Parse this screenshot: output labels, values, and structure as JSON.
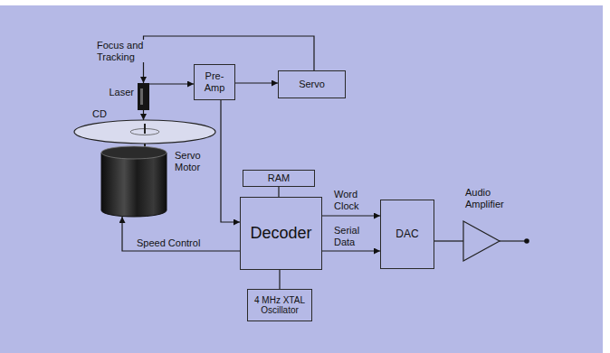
{
  "diagram": {
    "nodes": [
      {
        "text": [
          "Laser"
        ]
      },
      {
        "text": [
          "Pre-Amp"
        ]
      },
      {
        "text": [
          "Servo"
        ]
      },
      {
        "text": [
          "CD"
        ]
      },
      {
        "text": [
          "Servo Motor"
        ]
      },
      {
        "text": [
          "RAM"
        ]
      },
      {
        "text": [
          "Decoder"
        ]
      },
      {
        "text": [
          "DAC"
        ]
      },
      {
        "text": [
          "Audio Amplifier"
        ]
      },
      {
        "text": [
          "4 MHz XTAL Oscillator"
        ]
      }
    ],
    "edges": [
      {
        "from": 2,
        "to": 0,
        "label": "Focus and Tracking",
        "arrow": "to"
      },
      {
        "from": 0,
        "to": 1,
        "arrow": "to"
      },
      {
        "from": 1,
        "to": 2,
        "arrow": "to"
      },
      {
        "from": 0,
        "to": 3,
        "arrow": "to"
      },
      {
        "from": 1,
        "to": 6,
        "arrow": "to"
      },
      {
        "from": 6,
        "to": 4,
        "label": "Speed Control",
        "arrow": "to"
      },
      {
        "from": 5,
        "to": 6,
        "arrow": "none"
      },
      {
        "from": 6,
        "to": 7,
        "label": "Word Clock",
        "arrow": "to"
      },
      {
        "from": 6,
        "to": 7,
        "label": "Serial Data",
        "arrow": "to"
      },
      {
        "from": 7,
        "to": 8,
        "arrow": "none"
      },
      {
        "from": 9,
        "to": 6,
        "arrow": "none"
      }
    ]
  }
}
